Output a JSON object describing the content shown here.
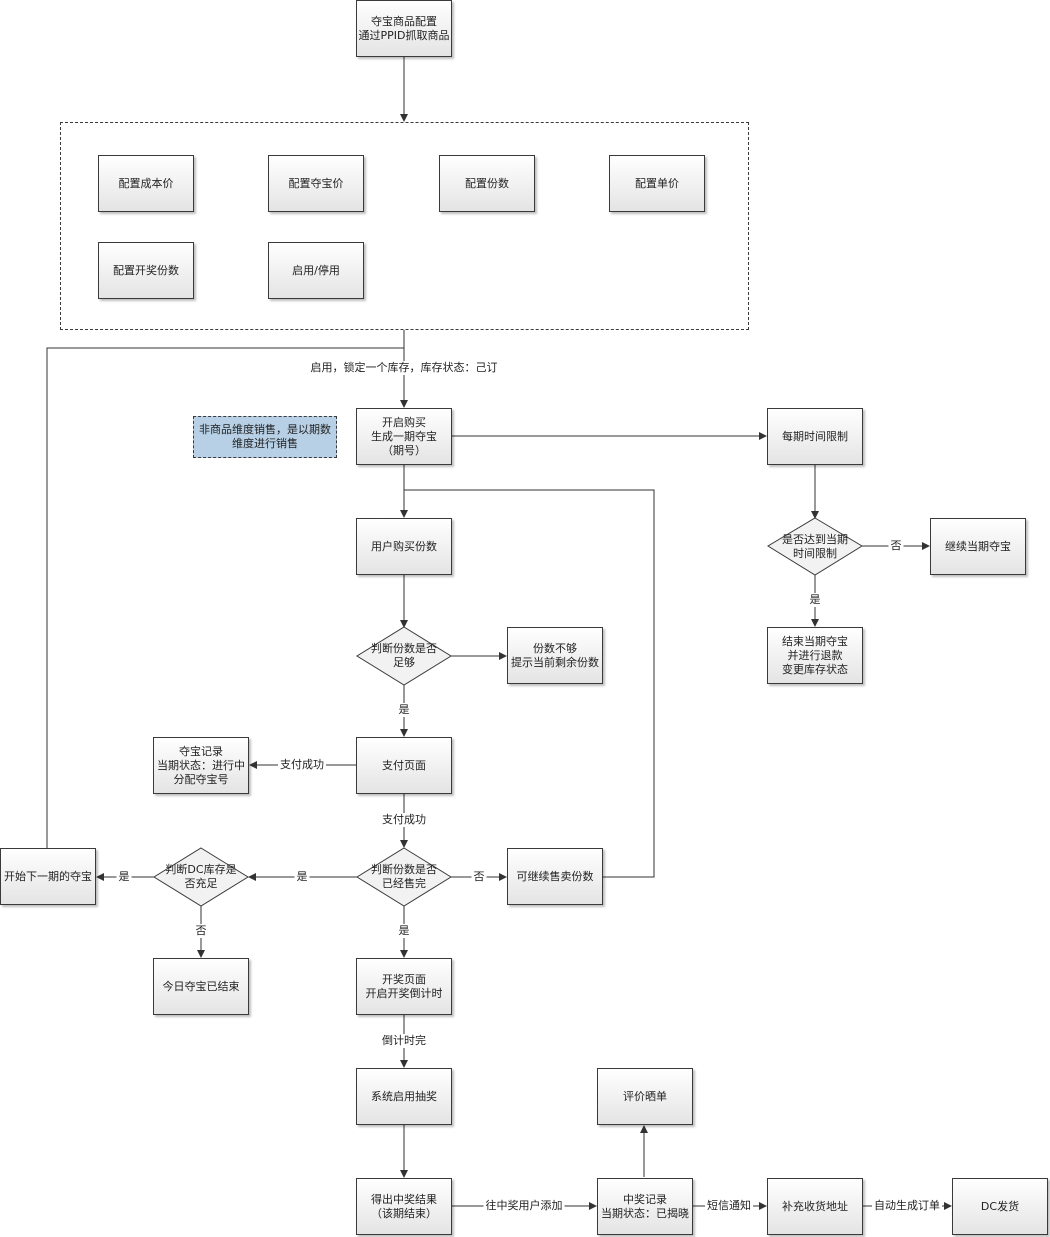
{
  "nodes": {
    "source": "夺宝商品配置\n通过PPID抓取商品",
    "cfg_cost": "配置成本价",
    "cfg_duobao": "配置夺宝价",
    "cfg_shares": "配置份数",
    "cfg_unit": "配置单价",
    "cfg_draw": "配置开奖份数",
    "cfg_enable": "启用/停用",
    "note": "非商品维度销售，是以期数\n维度进行销售",
    "open_buy": "开启购买\n生成一期夺宝\n（期号）",
    "time_limit": "每期时间限制",
    "reach_limit": "是否达到当期\n时间限制",
    "continue_period": "继续当期夺宝",
    "end_period": "结束当期夺宝\n并进行退款\n变更库存状态",
    "user_buy": "用户购买份数",
    "enough": "判断份数是否\n足够",
    "not_enough": "份数不够\n提示当前剩余份数",
    "record": "夺宝记录\n当期状态：进行中\n分配夺宝号",
    "pay": "支付页面",
    "sold_out": "判断份数是否\n已经售完",
    "can_sell": "可继续售卖份数",
    "dc_stock": "判断DC库存是\n否充足",
    "next_period": "开始下一期的夺宝",
    "today_end": "今日夺宝已结束",
    "draw_page": "开奖页面\n开启开奖倒计时",
    "lottery": "系统启用抽奖",
    "result": "得出中奖结果\n（该期结束）",
    "win_record": "中奖记录\n当期状态：已揭晓",
    "review": "评价晒单",
    "address": "补充收货地址",
    "ship": "DC发货"
  },
  "labels": {
    "enable_lock": "启用，锁定一个库存，库存状态：己订",
    "no_1": "否",
    "yes_1": "是",
    "yes_2": "是",
    "pay_success_1": "支付成功",
    "pay_success_2": "支付成功",
    "yes_3": "是",
    "yes_4": "是",
    "no_2": "否",
    "no_3": "否",
    "yes_5": "是",
    "countdown": "倒计时完",
    "add_winner": "往中奖用户添加",
    "sms": "短信通知",
    "auto_order": "自动生成订单"
  }
}
